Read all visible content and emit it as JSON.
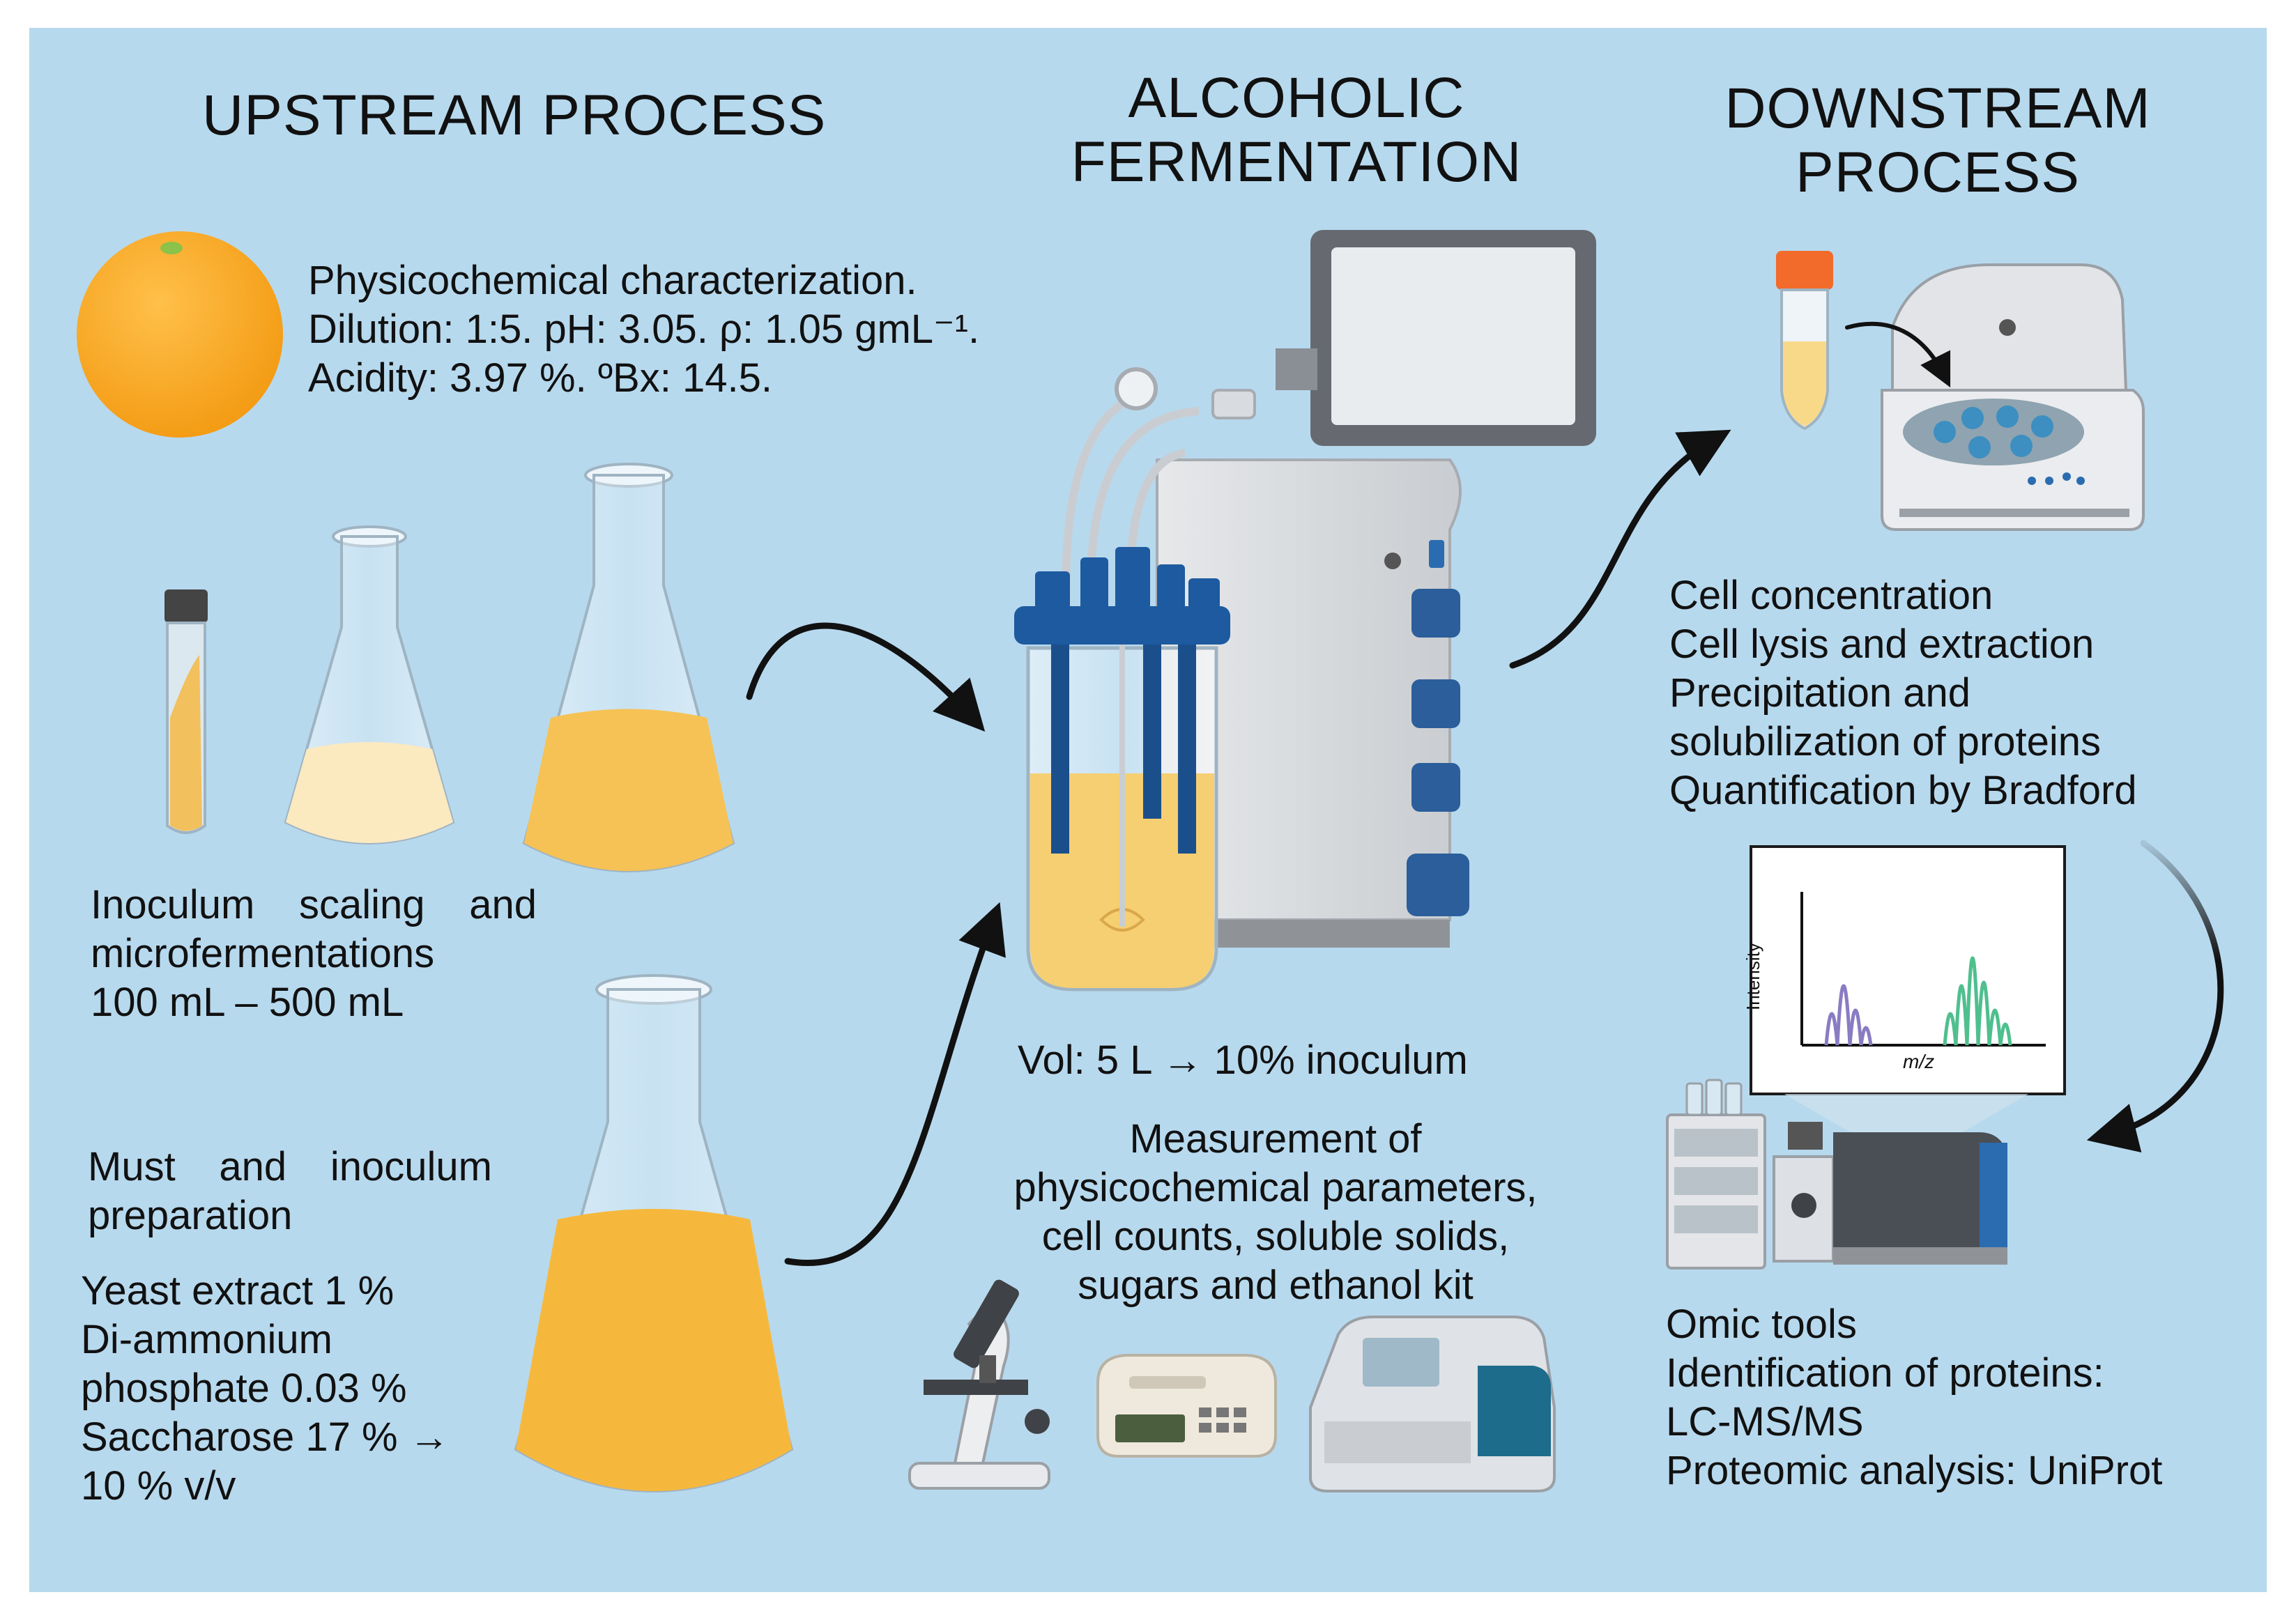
{
  "headings": {
    "upstream": "UPSTREAM PROCESS",
    "fermentation": [
      "ALCOHOLIC",
      "FERMENTATION"
    ],
    "downstream": [
      "DOWNSTREAM",
      "PROCESS"
    ]
  },
  "upstream": {
    "characterization": [
      "Physicochemical characterization.",
      "Dilution: 1:5. pH: 3.05. ρ: 1.05 gmL⁻¹.",
      "Acidity: 3.97 %. ºBx: 14.5."
    ],
    "inoculum_scaling": [
      "Inoculum scaling and",
      "microfermentations",
      "100 mL – 500 mL"
    ],
    "must_preparation": [
      "Must and inoculum",
      "preparation"
    ],
    "composition": [
      "Yeast extract 1 %",
      "Di-ammonium",
      "phosphate 0.03 %",
      "Saccharose 17 % →",
      "10 % v/v"
    ]
  },
  "fermentation": {
    "volume": "Vol: 5 L → 10% inoculum",
    "measurement": [
      "Measurement of",
      "physicochemical parameters,",
      "cell counts, soluble solids,",
      "sugars and ethanol kit"
    ]
  },
  "downstream": {
    "steps": [
      "Cell concentration",
      "Cell lysis and extraction",
      "Precipitation and",
      "solubilization of proteins",
      "Quantification by Bradford"
    ],
    "spectrum": {
      "ylabel": "Intensity",
      "xlabel": "m/z"
    },
    "omics": [
      "Omic tools",
      "Identification of proteins:",
      "LC-MS/MS",
      "Proteomic analysis: UniProt"
    ]
  },
  "colors": {
    "background": "#b7d9ee",
    "liquid": "#f6c255",
    "liquid_light": "#fbe9c0",
    "cap_blue": "#1d5aa0",
    "arrow": "#111111",
    "spectrum_purple": "#8a7cc2",
    "spectrum_green": "#4fbf8e",
    "orange": "#f7a823"
  }
}
